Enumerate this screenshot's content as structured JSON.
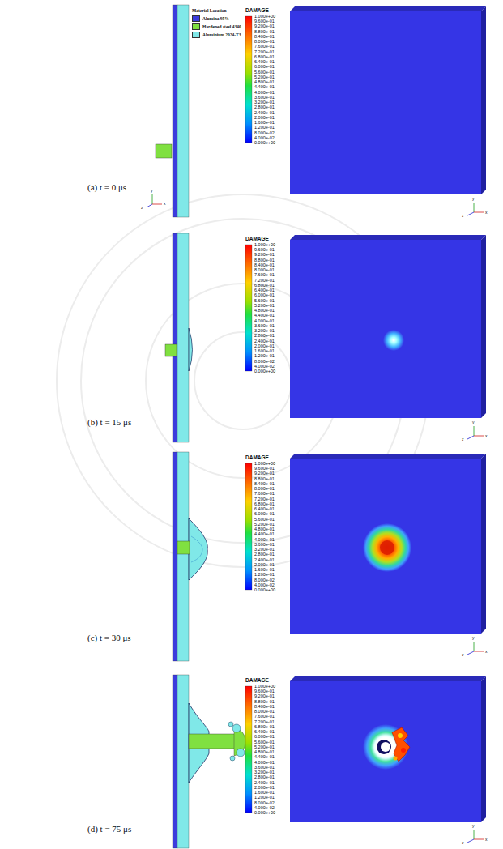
{
  "diagram": {
    "labels": [
      "Material Location",
      "y",
      "z",
      "x",
      "(a) t = 0 μs",
      "DAMAGE",
      "1.000e+00",
      "9.600e-01",
      "9.200e-01",
      "8.800e-01",
      "8.400e-01",
      "8.000e-01",
      "7.600e-01",
      "7.200e-01",
      "6.800e-01",
      "6.400e-01",
      "6.000e-01",
      "5.600e-01",
      "5.200e-01",
      "4.800e-01",
      "4.400e-01",
      "4.000e-01",
      "3.600e-01",
      "3.200e-01",
      "2.800e-01",
      "2.400e-01",
      "2.000e-01",
      "1.600e-01",
      "1.200e-01",
      "8.000e-02",
      "4.000e-02",
      "0.000e+00",
      "y",
      "z",
      "x",
      "(b) t = 15 μs",
      "DAMAGE",
      "1.000e+00",
      "9.600e-01",
      "9.200e-01",
      "8.800e-01",
      "8.400e-01",
      "8.000e-01",
      "7.600e-01",
      "7.200e-01",
      "6.800e-01",
      "6.400e-01",
      "6.000e-01",
      "5.600e-01",
      "5.200e-01",
      "4.800e-01",
      "4.400e-01",
      "4.000e-01",
      "3.600e-01",
      "3.200e-01",
      "2.800e-01",
      "2.400e-01",
      "2.000e-01",
      "1.600e-01",
      "1.200e-01",
      "8.000e-02",
      "4.000e-02",
      "0.000e+00",
      "y",
      "z",
      "x",
      "(c) t = 30 μs",
      "DAMAGE",
      "1.000e+00",
      "9.600e-01",
      "9.200e-01",
      "8.800e-01",
      "8.400e-01",
      "8.000e-01",
      "7.600e-01",
      "7.200e-01",
      "6.800e-01",
      "6.400e-01",
      "6.000e-01",
      "5.600e-01",
      "5.200e-01",
      "4.800e-01",
      "4.400e-01",
      "4.000e-01",
      "3.600e-01",
      "3.200e-01",
      "2.800e-01",
      "2.400e-01",
      "2.000e-01",
      "1.600e-01",
      "1.200e-01",
      "8.000e-02",
      "4.000e-02",
      "0.000e+00",
      "y",
      "z",
      "x",
      "(d) t = 75 μs",
      "DAMAGE",
      "1.000e+00",
      "9.600e-01",
      "9.200e-01",
      "8.800e-01",
      "8.400e-01",
      "8.000e-01",
      "7.600e-01",
      "7.200e-01",
      "6.800e-01",
      "6.400e-01",
      "6.000e-01",
      "5.600e-01",
      "5.200e-01",
      "4.800e-01",
      "4.400e-01",
      "4.000e-01",
      "3.600e-01",
      "3.200e-01",
      "2.800e-01",
      "2.400e-01",
      "2.000e-01",
      "1.600e-01",
      "1.200e-01",
      "8.000e-02",
      "4.000e-02",
      "0.000e+00",
      "y",
      "z",
      "x"
    ],
    "legend": [
      {
        "text": "Alumina 95%",
        "color": "#3c3cdc"
      },
      {
        "text": "Hardened steel 4340",
        "color": "#80e040"
      },
      {
        "text": "Aluminium 2024-T3",
        "color": "#80e8e8"
      }
    ]
  }
}
